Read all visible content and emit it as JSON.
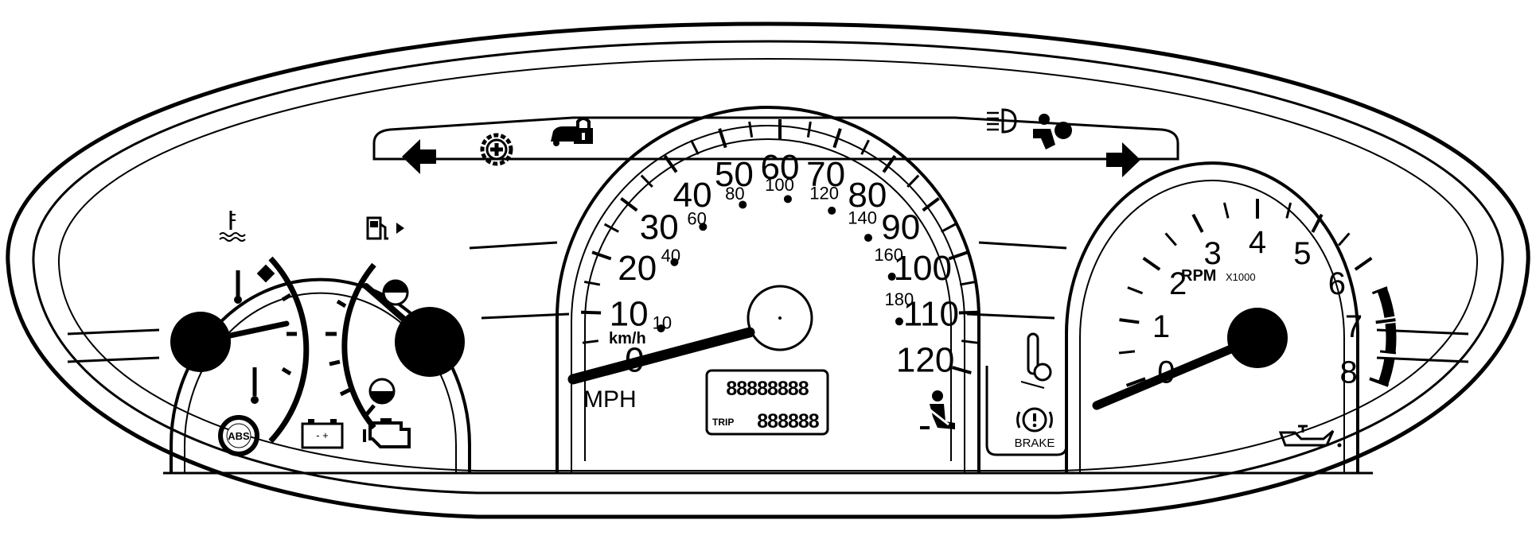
{
  "speedometer": {
    "unit_label": "MPH",
    "secondary_unit_label": "km/h",
    "mph_labels": [
      "0",
      "10",
      "20",
      "30",
      "40",
      "50",
      "60",
      "70",
      "80",
      "90",
      "100",
      "110",
      "120"
    ],
    "kmh_labels": [
      "10",
      "40",
      "60",
      "80",
      "100",
      "120",
      "140",
      "160",
      "180"
    ],
    "odometer_text": "88888888",
    "trip_label": "TRIP",
    "trip_text": "888888"
  },
  "tachometer": {
    "unit_label": "RPM",
    "multiplier_label": "X1000",
    "labels": [
      "0",
      "1",
      "2",
      "3",
      "4",
      "5",
      "6",
      "7",
      "8"
    ],
    "redline_start": 6.5,
    "needle_value": 0
  },
  "temperature_gauge": {
    "icon": "coolant-temperature-icon",
    "needle_fraction": 0.55
  },
  "fuel_gauge": {
    "icon": "fuel-pump-icon",
    "needle_fraction": 0.75
  },
  "warning_lights": {
    "left_turn": "left-turn-arrow-icon",
    "traction": "traction-control-gear-icon",
    "security": "security-lock-car-icon",
    "headlamp": "headlamp-icon",
    "airbag": "airbag-icon",
    "right_turn": "right-turn-arrow-icon",
    "abs_text": "ABS",
    "battery_text": "- +",
    "brake_label": "BRAKE",
    "brake_symbol": "(!)"
  }
}
